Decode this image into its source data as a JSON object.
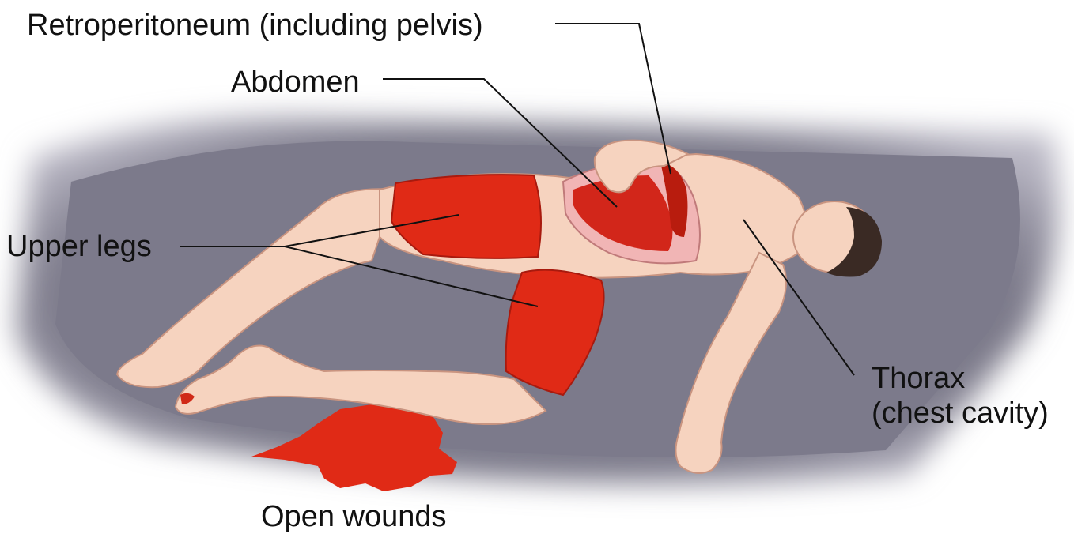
{
  "labels": {
    "retroperitoneum": "Retroperitoneum (including pelvis)",
    "abdomen": "Abdomen",
    "upper_legs": "Upper legs",
    "thorax_line1": "Thorax",
    "thorax_line2": "(chest cavity)",
    "open_wounds": "Open wounds"
  },
  "colors": {
    "floor": "#7d7b8c",
    "skin": "#f6d3bf",
    "skin_shadow": "#e8b49c",
    "blood": "#e02a16",
    "blood_dark": "#b81c0e",
    "cavity_pink": "#f1b5b5",
    "hair": "#3a2a24",
    "leader_line": "#111111"
  }
}
